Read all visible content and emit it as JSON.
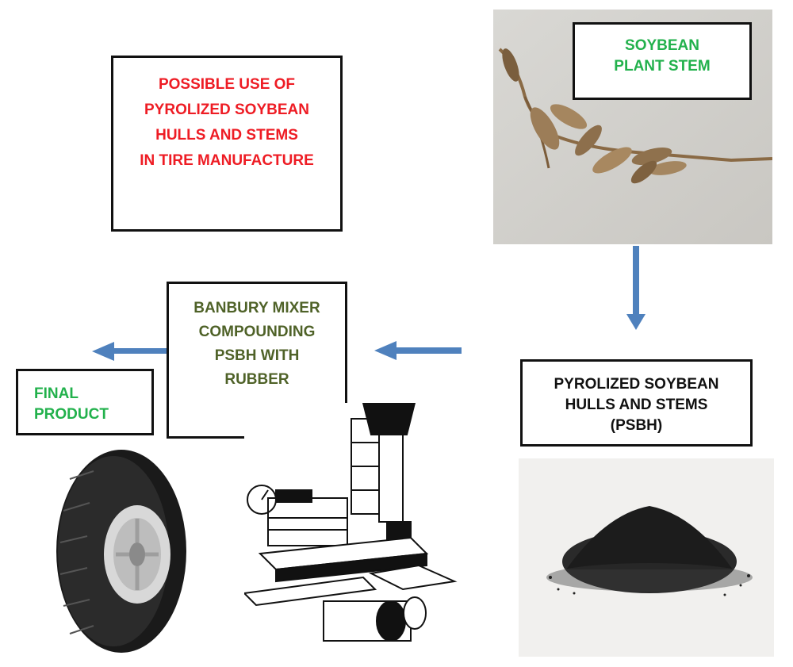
{
  "title_box": {
    "lines": [
      "POSSIBLE USE OF",
      "PYROLIZED SOYBEAN",
      "HULLS AND STEMS",
      "IN TIRE MANUFACTURE"
    ],
    "color": "#ee1c24"
  },
  "soybean_box": {
    "lines": [
      "SOYBEAN",
      "PLANT STEM"
    ],
    "color": "#22b14c"
  },
  "banbury_box": {
    "lines": [
      "BANBURY MIXER",
      "COMPOUNDING",
      "PSBH WITH",
      "RUBBER"
    ],
    "color": "#4f6228"
  },
  "final_box": {
    "lines": [
      "FINAL",
      "PRODUCT"
    ],
    "color": "#22b14c"
  },
  "psbh_box": {
    "lines": [
      "PYROLIZED SOYBEAN",
      "HULLS AND STEMS",
      "(PSBH)"
    ],
    "color": "#111111"
  },
  "arrow_color": "#4f81bd",
  "images": {
    "stem": "soybean-stem-photo",
    "powder": "black-powder-photo",
    "mixer": "banbury-mixer-drawing",
    "tire": "tire-photo"
  }
}
